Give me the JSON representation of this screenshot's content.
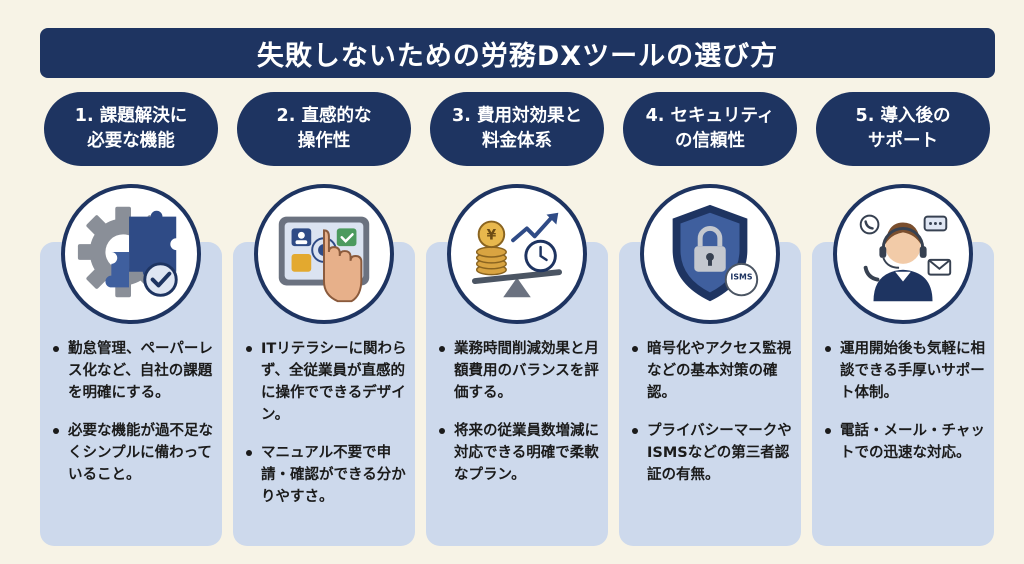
{
  "title": "失敗しないための労務DXツールの選び方",
  "colors": {
    "navy": "#1e3461",
    "panel": "#cdd9ec",
    "background": "#f7f3e6"
  },
  "cards": [
    {
      "title_lines": [
        "1. 課題解決に",
        "必要な機能"
      ],
      "icon": "gear-puzzle-check-icon",
      "bullets": [
        "勤怠管理、ペーパーレス化など、自社の課題を明確にする。",
        "必要な機能が過不足なくシンプルに備わっていること。"
      ]
    },
    {
      "title_lines": [
        "2. 直感的な",
        "操作性"
      ],
      "icon": "tablet-touch-icon",
      "bullets": [
        "ITリテラシーに関わらず、全従業員が直感的に操作でできるデザイン。",
        "マニュアル不要で申請・確認ができる分かりやすさ。"
      ]
    },
    {
      "title_lines": [
        "3. 費用対効果と",
        "料金体系"
      ],
      "icon": "coins-balance-clock-icon",
      "bullets": [
        "業務時間削減効果と月額費用のバランスを評価する。",
        "将来の従業員数増減に対応できる明確で柔軟なプラン。"
      ]
    },
    {
      "title_lines": [
        "4. セキュリティ",
        "の信頼性"
      ],
      "icon": "shield-lock-icon",
      "badge_text": "ISMS",
      "bullets": [
        "暗号化やアクセス監視などの基本対策の確認。",
        "プライバシーマークやISMSなどの第三者認証の有無。"
      ]
    },
    {
      "title_lines": [
        "5. 導入後の",
        "サポート"
      ],
      "icon": "support-operator-icon",
      "bullets": [
        "運用開始後も気軽に相談できる手厚いサポート体制。",
        "電話・メール・チャットでの迅速な対応。"
      ]
    }
  ]
}
